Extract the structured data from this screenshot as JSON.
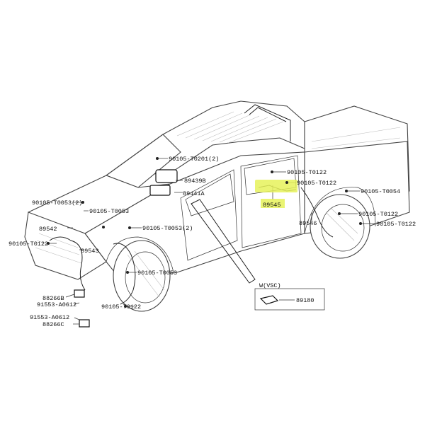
{
  "diagram": {
    "labels": {
      "p_90105_T0201": "90105-T0201(2)",
      "p_89439B": "89439B",
      "p_89441A": "89441A",
      "p_90105_T0122_a": "90105-T0122",
      "p_90105_T0122_b": "90105-T0122",
      "p_90105_T0054": "90105-T0054",
      "p_89545": "89545",
      "p_89546": "89546",
      "p_90105_T0122_c": "90105-T0122",
      "p_90105_T0122_d": "90105-T0122",
      "p_90105_T0053_2a": "90105-T0053(2)",
      "p_90105_T0053": "90105-T0053",
      "p_89542": "89542",
      "p_90105_T0122_left": "90105-T0122",
      "p_89543": "89543",
      "p_90105_T0053_2b": "90105-T0053(2)",
      "p_90105_T0053_b": "90105-T0053",
      "p_88266B": "88266B",
      "p_91553_A0612_a": "91553-A0612",
      "p_90105_T0122_e": "90105-T0122",
      "p_91553_A0612_b": "91553-A0612",
      "p_88266C": "88266C",
      "vsc_note": "W(VSC)",
      "p_89180": "89180"
    },
    "highlight_color": "#e6f25a"
  }
}
